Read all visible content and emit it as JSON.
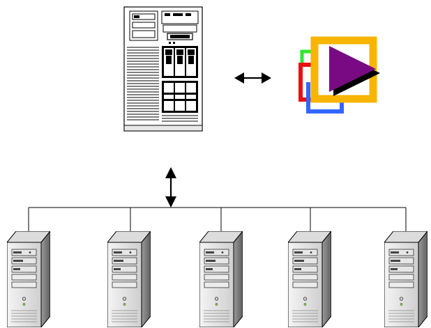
{
  "diagram": {
    "main_server": {
      "icon": "mainframe-server-icon"
    },
    "media_player": {
      "icon": "media-play-icon",
      "colors": {
        "frame": "#f7b500",
        "play": "#7a0a84",
        "shadow": "#000000",
        "green": "#2ee82e",
        "red": "#e81010",
        "blue": "#3366ff"
      }
    },
    "connectors": {
      "horizontal": "double-arrow-horizontal",
      "vertical": "double-arrow-vertical"
    },
    "cluster": {
      "node_icon": "tower-server-icon",
      "node_count": 5
    }
  }
}
